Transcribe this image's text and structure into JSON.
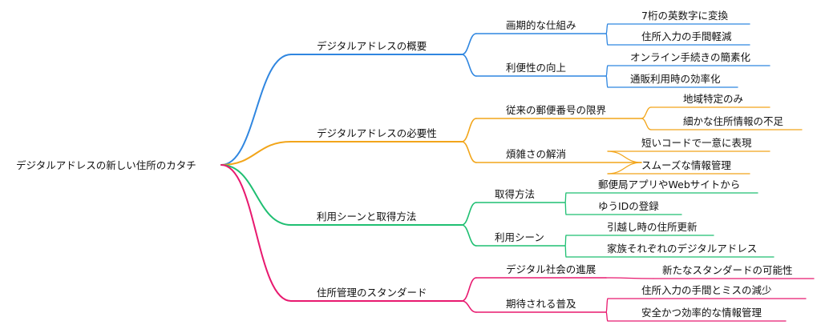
{
  "root": "デジタルアドレスの新しい住所のカタチ",
  "branches": [
    {
      "label": "デジタルアドレスの概要",
      "color": "#2f86e0",
      "children": [
        {
          "label": "画期的な仕組み",
          "children": [
            "7桁の英数字に変換",
            "住所入力の手間軽減"
          ]
        },
        {
          "label": "利便性の向上",
          "children": [
            "オンライン手続きの簡素化",
            "通販利用時の効率化"
          ]
        }
      ]
    },
    {
      "label": "デジタルアドレスの必要性",
      "color": "#f2a51a",
      "children": [
        {
          "label": "従来の郵便番号の限界",
          "children": [
            "地域特定のみ",
            "細かな住所情報の不足"
          ]
        },
        {
          "label": "煩雑さの解消",
          "children": [
            "短いコードで一意に表現",
            "スムーズな情報管理"
          ]
        }
      ]
    },
    {
      "label": "利用シーンと取得方法",
      "color": "#1fbf72",
      "children": [
        {
          "label": "取得方法",
          "children": [
            "郵便局アプリやWebサイトから",
            "ゆうIDの登録"
          ]
        },
        {
          "label": "利用シーン",
          "children": [
            "引越し時の住所更新",
            "家族それぞれのデジタルアドレス"
          ]
        }
      ]
    },
    {
      "label": "住所管理のスタンダード",
      "color": "#e8196f",
      "children": [
        {
          "label": "デジタル社会の進展",
          "children": [
            "新たなスタンダードの可能性"
          ]
        },
        {
          "label": "期待される普及",
          "children": [
            "住所入力の手間とミスの減少",
            "安全かつ効率的な情報管理"
          ]
        }
      ]
    }
  ]
}
